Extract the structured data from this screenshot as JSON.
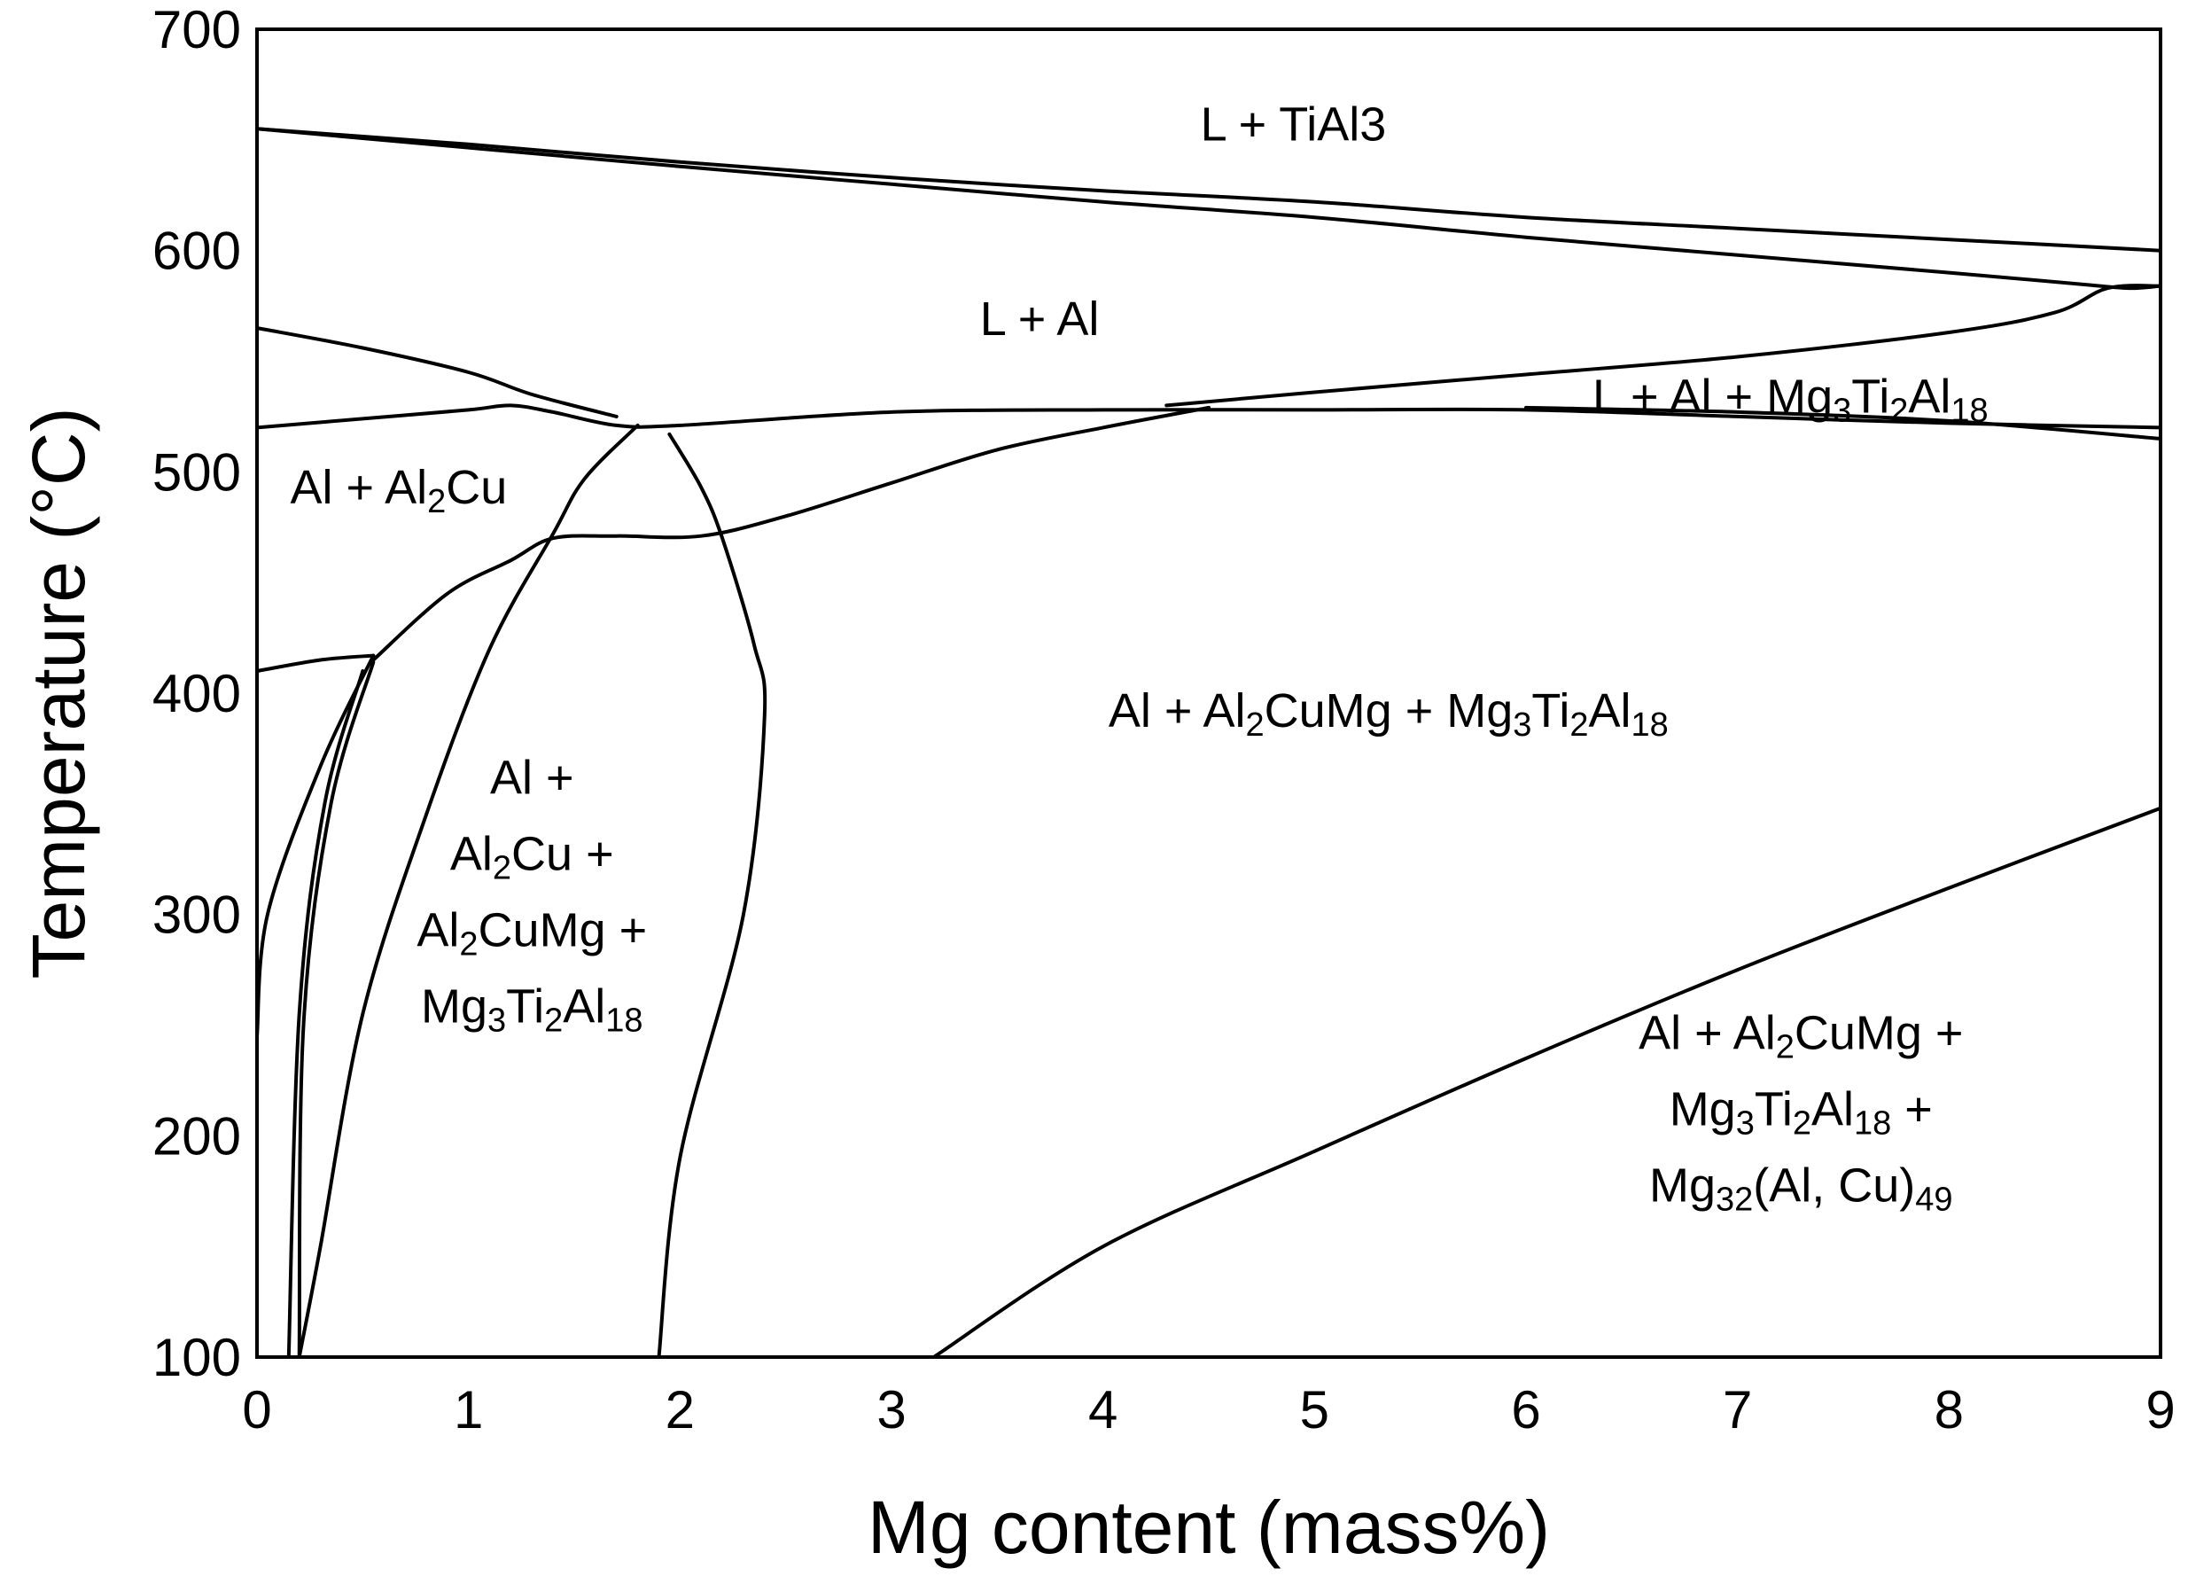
{
  "chart_data": {
    "type": "line",
    "xlabel": "Mg content (mass%)",
    "ylabel": "Temperature (°C)",
    "xlim": [
      0,
      9
    ],
    "ylim": [
      100,
      700
    ],
    "xticks": [
      "0",
      "1",
      "2",
      "3",
      "4",
      "5",
      "6",
      "7",
      "8",
      "9"
    ],
    "yticks": [
      "100",
      "200",
      "300",
      "400",
      "500",
      "600",
      "700"
    ],
    "grid": false,
    "line_color": "#000000",
    "region_labels": [
      {
        "id": "l-tial3",
        "lines": [
          [
            {
              "t": "L + TiAl3"
            }
          ]
        ],
        "x": 4.9,
        "y": 657
      },
      {
        "id": "l-al",
        "lines": [
          [
            {
              "t": "L + Al"
            }
          ]
        ],
        "x": 3.7,
        "y": 569
      },
      {
        "id": "l-al-mg3ti2al18",
        "lines": [
          [
            {
              "t": "L + Al + Mg"
            },
            {
              "t": "3",
              "sub": true
            },
            {
              "t": "Ti"
            },
            {
              "t": "2",
              "sub": true
            },
            {
              "t": "Al"
            },
            {
              "t": "18",
              "sub": true
            }
          ]
        ],
        "x": 7.25,
        "y": 534
      },
      {
        "id": "al-al2cu",
        "lines": [
          [
            {
              "t": "Al + Al"
            },
            {
              "t": "2",
              "sub": true
            },
            {
              "t": "Cu"
            }
          ]
        ],
        "x": 0.67,
        "y": 493
      },
      {
        "id": "al-al2cumg-mg3ti2al18",
        "lines": [
          [
            {
              "t": "Al + Al"
            },
            {
              "t": "2",
              "sub": true
            },
            {
              "t": "CuMg + Mg"
            },
            {
              "t": "3",
              "sub": true
            },
            {
              "t": "Ti"
            },
            {
              "t": "2",
              "sub": true
            },
            {
              "t": "Al"
            },
            {
              "t": "18",
              "sub": true
            }
          ]
        ],
        "x": 5.35,
        "y": 392
      },
      {
        "id": "al-al2cu-al2cumg-mg3ti2al18",
        "lines": [
          [
            {
              "t": "Al +"
            }
          ],
          [
            {
              "t": "Al"
            },
            {
              "t": "2",
              "sub": true
            },
            {
              "t": "Cu +"
            }
          ],
          [
            {
              "t": "Al"
            },
            {
              "t": "2",
              "sub": true
            },
            {
              "t": "CuMg +"
            }
          ],
          [
            {
              "t": "Mg"
            },
            {
              "t": "3",
              "sub": true
            },
            {
              "t": "Ti"
            },
            {
              "t": "2",
              "sub": true
            },
            {
              "t": "Al"
            },
            {
              "t": "18",
              "sub": true
            }
          ]
        ],
        "x": 1.3,
        "y": 310
      },
      {
        "id": "al-al2cumg-mg3ti2al18-mg32alcu49",
        "lines": [
          [
            {
              "t": "Al + Al"
            },
            {
              "t": "2",
              "sub": true
            },
            {
              "t": "CuMg +"
            }
          ],
          [
            {
              "t": "Mg"
            },
            {
              "t": "3",
              "sub": true
            },
            {
              "t": "Ti"
            },
            {
              "t": "2",
              "sub": true
            },
            {
              "t": "Al"
            },
            {
              "t": "18",
              "sub": true
            },
            {
              "t": " +"
            }
          ],
          [
            {
              "t": "Mg"
            },
            {
              "t": "32",
              "sub": true
            },
            {
              "t": "(Al, Cu)"
            },
            {
              "t": "49",
              "sub": true
            }
          ]
        ],
        "x": 7.3,
        "y": 212
      }
    ],
    "series": [
      {
        "points": [
          [
            0,
            655
          ],
          [
            1,
            648
          ],
          [
            2,
            640
          ],
          [
            3,
            633
          ],
          [
            4,
            627
          ],
          [
            5,
            622
          ],
          [
            6,
            615
          ],
          [
            7,
            610
          ],
          [
            8,
            605
          ],
          [
            9,
            600
          ]
        ]
      },
      {
        "points": [
          [
            0,
            655
          ],
          [
            2,
            638
          ],
          [
            3,
            630
          ],
          [
            4,
            622
          ],
          [
            5,
            615
          ],
          [
            6,
            606
          ],
          [
            7,
            598
          ],
          [
            8,
            590
          ],
          [
            8.6,
            585
          ],
          [
            8.85,
            583
          ],
          [
            9,
            584
          ]
        ]
      },
      {
        "points": [
          [
            0,
            565
          ],
          [
            0.5,
            556
          ],
          [
            1,
            545
          ],
          [
            1.3,
            535
          ],
          [
            1.7,
            525
          ]
        ]
      },
      {
        "points": [
          [
            0,
            520
          ],
          [
            0.5,
            524
          ],
          [
            1,
            528
          ],
          [
            1.2,
            530
          ],
          [
            1.4,
            527
          ],
          [
            1.7,
            521
          ],
          [
            2,
            521
          ],
          [
            3,
            527
          ],
          [
            4,
            528
          ],
          [
            5,
            528
          ],
          [
            6,
            528
          ],
          [
            7,
            525
          ],
          [
            8,
            522
          ],
          [
            9,
            520
          ]
        ]
      },
      {
        "points": [
          [
            4.3,
            530
          ],
          [
            5,
            536
          ],
          [
            6,
            544
          ],
          [
            7,
            552
          ],
          [
            8,
            563
          ],
          [
            8.5,
            572
          ],
          [
            8.75,
            583
          ],
          [
            9,
            584
          ]
        ]
      },
      {
        "points": [
          [
            6,
            529
          ],
          [
            7,
            527
          ],
          [
            8,
            523
          ],
          [
            9,
            515
          ]
        ]
      },
      {
        "points": [
          [
            1.8,
            521
          ],
          [
            1.55,
            497
          ],
          [
            1.4,
            472
          ],
          [
            1.1,
            420
          ],
          [
            0.8,
            345
          ],
          [
            0.5,
            255
          ],
          [
            0.3,
            150
          ],
          [
            0.2,
            100
          ]
        ]
      },
      {
        "points": [
          [
            1.95,
            517
          ],
          [
            2.1,
            493
          ],
          [
            2.2,
            470
          ],
          [
            2.35,
            422
          ],
          [
            2.4,
            390
          ],
          [
            2.3,
            300
          ],
          [
            2.0,
            190
          ],
          [
            1.9,
            100
          ]
        ]
      },
      {
        "points": [
          [
            0.55,
            415
          ],
          [
            0.9,
            445
          ],
          [
            1.2,
            460
          ],
          [
            1.4,
            470
          ],
          [
            1.7,
            471
          ],
          [
            2.1,
            471
          ],
          [
            2.5,
            480
          ],
          [
            3,
            495
          ],
          [
            3.5,
            510
          ],
          [
            4,
            520
          ],
          [
            4.5,
            529
          ]
        ]
      },
      {
        "points": [
          [
            0,
            410
          ],
          [
            0.3,
            415
          ],
          [
            0.55,
            417
          ]
        ]
      },
      {
        "points": [
          [
            0.55,
            417
          ],
          [
            0.3,
            367
          ],
          [
            0.05,
            300
          ],
          [
            0,
            245
          ]
        ]
      },
      {
        "points": [
          [
            0.5,
            410
          ],
          [
            0.32,
            350
          ],
          [
            0.2,
            255
          ],
          [
            0.15,
            100
          ]
        ]
      },
      {
        "points": [
          [
            0.55,
            414
          ],
          [
            0.35,
            350
          ],
          [
            0.22,
            250
          ],
          [
            0.2,
            100
          ]
        ]
      },
      {
        "points": [
          [
            3.2,
            100
          ],
          [
            4,
            150
          ],
          [
            5,
            193
          ],
          [
            6,
            235
          ],
          [
            7,
            275
          ],
          [
            8,
            312
          ],
          [
            9,
            348
          ]
        ]
      }
    ]
  }
}
